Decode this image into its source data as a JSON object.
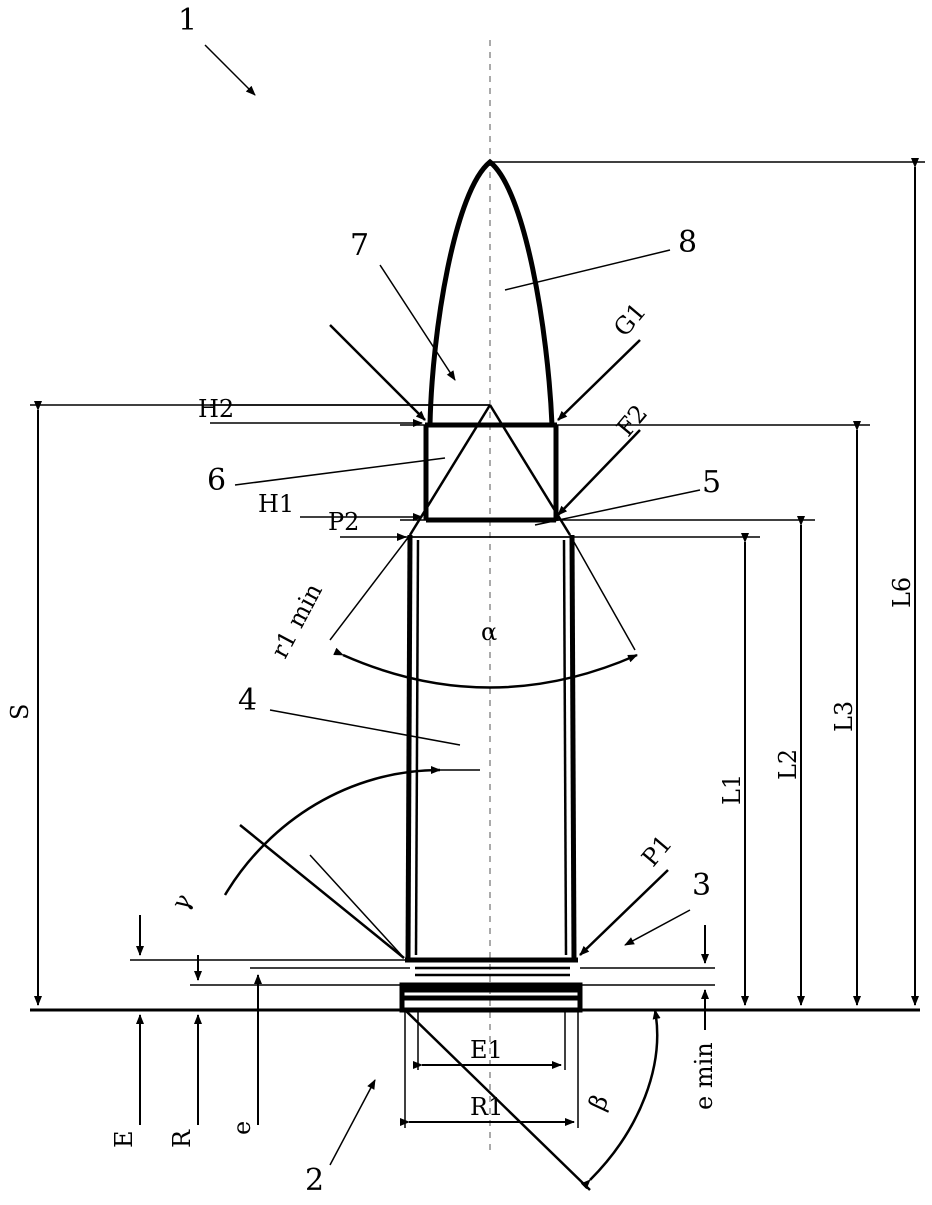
{
  "figure": {
    "refs": {
      "r1": "1",
      "r2": "2",
      "r3": "3",
      "r4": "4",
      "r5": "5",
      "r6": "6",
      "r7": "7",
      "r8": "8"
    },
    "dims": {
      "S": "S",
      "L1": "L1",
      "L2": "L2",
      "L3": "L3",
      "L6": "L6",
      "H1": "H1",
      "H2": "H2",
      "P1": "P1",
      "P2": "P2",
      "G1": "G1",
      "F2": "F2",
      "R1": "R1",
      "E1": "E1",
      "E": "E",
      "R": "R",
      "e": "e",
      "emin": "e min",
      "r1min": "r1 min",
      "alpha": "α",
      "beta": "β",
      "gamma": "γ"
    }
  }
}
